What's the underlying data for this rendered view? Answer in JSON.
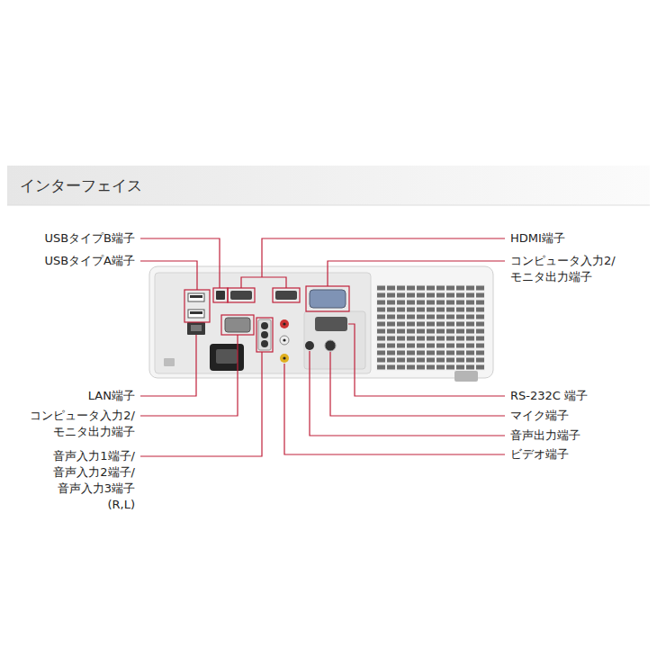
{
  "diagram": {
    "title": "インターフェイス",
    "labels": [
      "USBタイプB端子",
      "USBタイプA端子",
      "LAN端子",
      "コンピュータ入力2/ モニタ出力端子",
      "音声入力1端子/ 音声入力2端子/ 音声入力3端子(R,L)",
      "HDMI端子",
      "コンピュータ入力2/ モニタ出力端子",
      "RS-232C 端子",
      "マイク端子",
      "音声出力端子",
      "ビデオ端子"
    ]
  }
}
